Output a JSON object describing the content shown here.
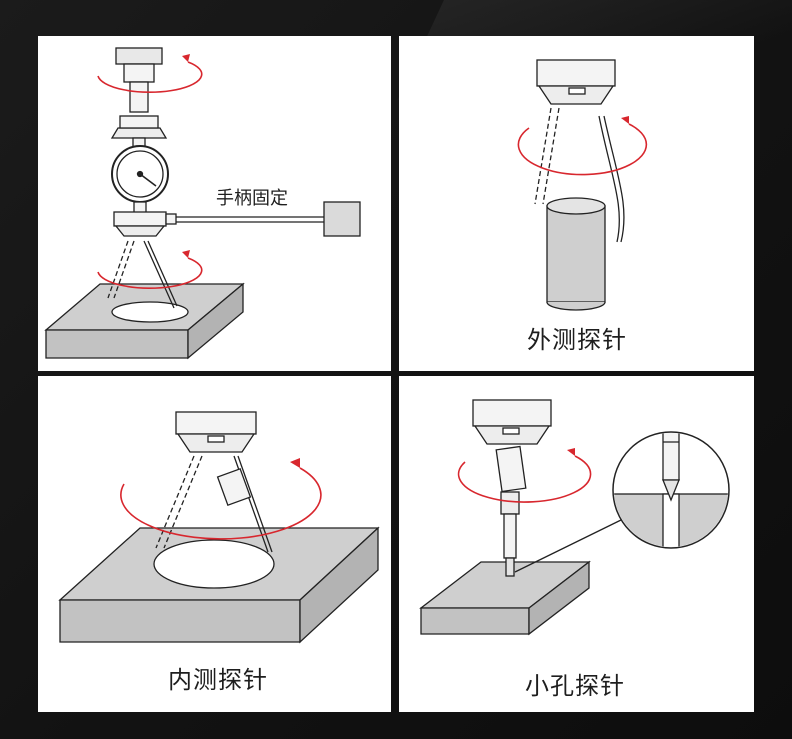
{
  "panels": [
    {
      "callout": "手柄固定"
    },
    {
      "caption": "外测探针"
    },
    {
      "caption": "内测探针"
    },
    {
      "caption": "小孔探针"
    }
  ],
  "colors": {
    "rotation_arrow": "#d8272e",
    "block_fill": "#c9c9c9",
    "outline": "#222222",
    "frame": "#ffffff",
    "background": "#151515"
  }
}
